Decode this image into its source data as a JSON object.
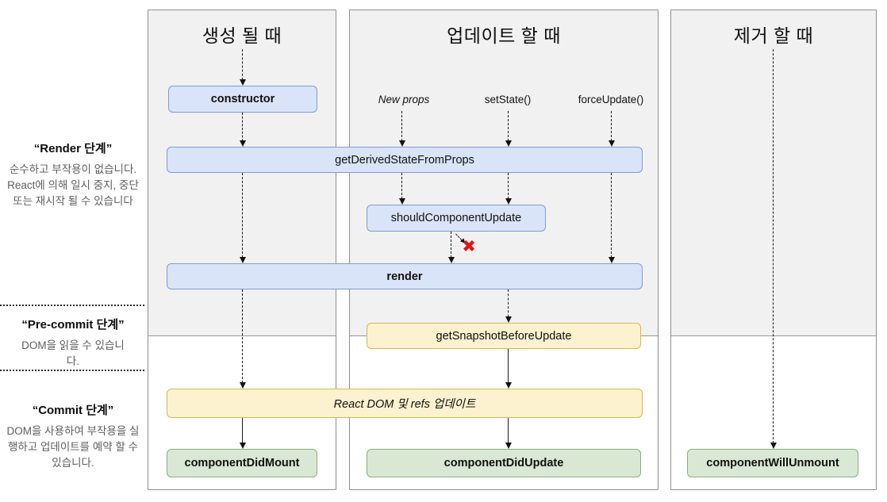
{
  "sidebar": {
    "phases": [
      {
        "title": "“Render 단계”",
        "description": "순수하고 부작용이 없습니다. React에 의해 일시 중지, 중단 또는 재시작 될 수 있습니다"
      },
      {
        "title": "“Pre-commit 단계”",
        "description": "DOM을 읽을 수 있습니다."
      },
      {
        "title": "“Commit 단계”",
        "description": "DOM을 사용하여 부작용을 실행하고 업데이트를 예약 할 수 있습니다."
      }
    ]
  },
  "columns": [
    {
      "title": "생성 될 때"
    },
    {
      "title": "업데이트 할 때",
      "triggers": [
        "New props",
        "setState()",
        "forceUpdate()"
      ]
    },
    {
      "title": "제거 할 때"
    }
  ],
  "boxes": {
    "constructor": "constructor",
    "get_derived_state_from_props": "getDerivedStateFromProps",
    "should_component_update": "shouldComponentUpdate",
    "render": "render",
    "get_snapshot_before_update": "getSnapshotBeforeUpdate",
    "react_dom_refs": "React DOM 및 refs 업데이트",
    "component_did_mount": "componentDidMount",
    "component_did_update": "componentDidUpdate",
    "component_will_unmount": "componentWillUnmount"
  },
  "icons": {
    "skip_x": "✖"
  },
  "colors": {
    "panel_bg": "#f1f1f2",
    "panel_border": "#8f8f8f",
    "blue_fill": "#d9e4f9",
    "blue_border": "#7e9cd6",
    "yellow_fill": "#fdf2cf",
    "yellow_border": "#d6b656",
    "green_fill": "#d9e8d4",
    "green_border": "#89ae7b",
    "x_red": "#e01414"
  }
}
